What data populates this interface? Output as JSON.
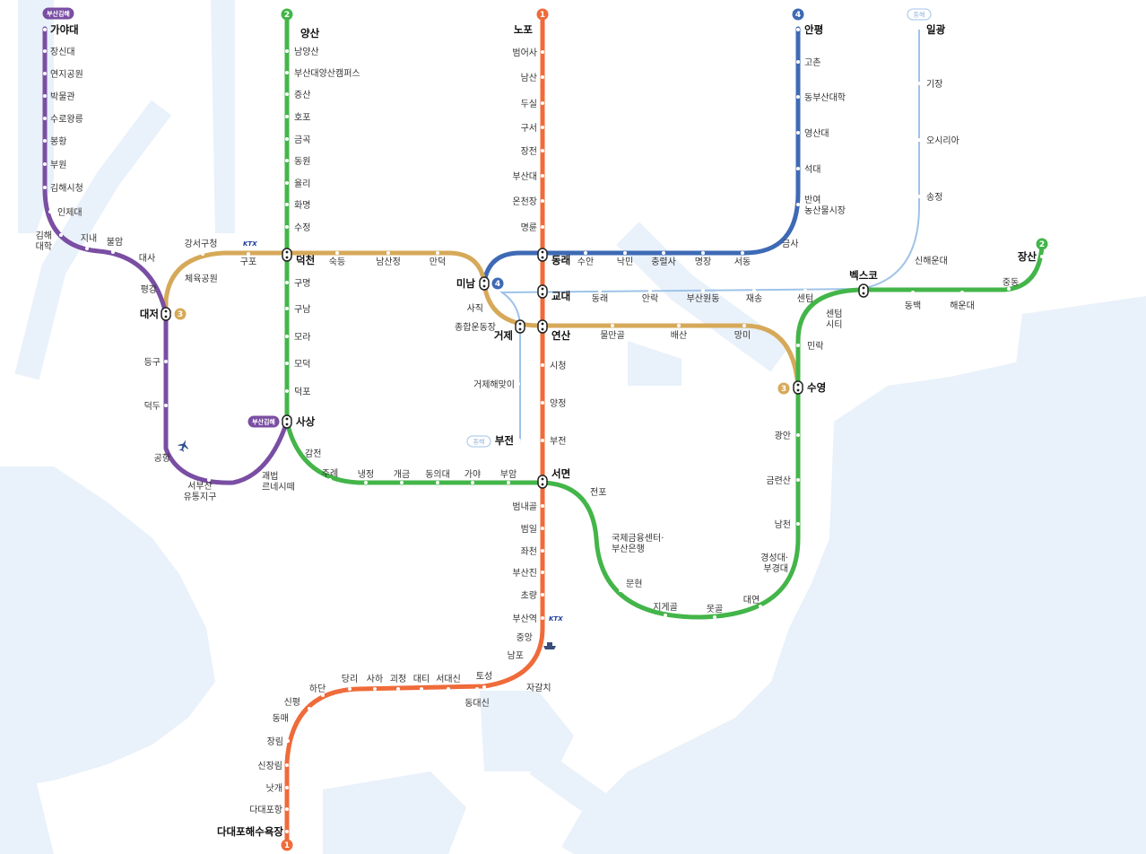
{
  "lines": {
    "l1": {
      "color": "#ef6b3a",
      "badge": "1"
    },
    "l2": {
      "color": "#43b549",
      "badge": "2"
    },
    "l3": {
      "color": "#d6a959",
      "badge": "3"
    },
    "l4": {
      "color": "#3e6ab5",
      "badge": "4"
    },
    "gimhae": {
      "color": "#7a4ea3",
      "badge": "부산김해"
    },
    "donghae": {
      "color": "#9fc3e8",
      "badge": "동해"
    }
  },
  "stations": {
    "l2_end_top": "양산",
    "namyangsan": "남양산",
    "pnu_yangsan": "부산대양산캠퍼스",
    "jeungsan": "증산",
    "hopo": "호포",
    "geumgok": "금곡",
    "dongwon": "동원",
    "yulli": "율리",
    "hwamyeong": "화명",
    "sujeong": "수정",
    "deokcheon": "덕천",
    "gumyeong": "구명",
    "gunam": "구남",
    "mora": "모라",
    "modeok": "모덕",
    "deokpo": "덕포",
    "sasang": "사상",
    "gamjeon": "감전",
    "jurye": "주례",
    "naengjeong": "냉정",
    "gaegeum": "개금",
    "dongeui": "동의대",
    "gaya": "가야",
    "buam": "부암",
    "seomyeon": "서면",
    "jeonpo": "전포",
    "ifc": "국제금융센터·\n부산은행",
    "munhyeon": "문현",
    "jigegol": "지게골",
    "motgol": "못골",
    "daeyeon": "대연",
    "kyungsung": "경성대·\n부경대",
    "namcheon": "남천",
    "geumnyeonsan": "금련산",
    "gwangan": "광안",
    "suyeong": "수영",
    "millak": "민락",
    "centum": "센텀\n시티",
    "bexco": "벡스코",
    "dongbaek": "동백",
    "haeundae": "해운대",
    "jung_dong": "중동",
    "jangsan": "장산",
    "nopo": "노포",
    "beomeosa": "범어사",
    "namsan": "남산",
    "dusil": "두실",
    "guseo": "구서",
    "jangjeon": "장전",
    "pnu": "부산대",
    "oncheonjang": "온천장",
    "myeongnyun": "명륜",
    "dongnae": "동래",
    "gyodae": "교대",
    "yeonsan": "연산",
    "sicheong": "시청",
    "yangjeong": "양정",
    "bujeon": "부전",
    "beomnaegol": "범내골",
    "beomil": "범일",
    "jwacheon": "좌천",
    "busanjin": "부산진",
    "choryang": "초량",
    "busan": "부산역",
    "jungang": "중앙",
    "nampo": "남포",
    "jagalchi": "자갈치",
    "toseong": "토성",
    "dongdaesin": "동대신",
    "seodaesin": "서대신",
    "daeti": "대티",
    "goejeong": "괴정",
    "saha": "사하",
    "dangni": "당리",
    "hadan": "하단",
    "sinpyeong": "신평",
    "dongmae": "동매",
    "jangnim": "장림",
    "sinjangnim": "신장림",
    "natgae": "낫개",
    "dadaepo_hang": "다대포항",
    "dadaepo_beach": "다대포해수욕장",
    "gangseo": "강서구청",
    "gupo": "구포",
    "sukdeung": "숙등",
    "namsanjeong": "남산정",
    "mandeok": "만덕",
    "minam": "미남",
    "sajik": "사직",
    "sports": "종합운동장",
    "geoje": "거제",
    "mulmangol": "물만골",
    "baesan": "배산",
    "mangmi": "망미",
    "daejeo": "대저",
    "sports_park": "체육공원",
    "anpyeong": "안평",
    "gochon": "고촌",
    "dbu": "동부산대학",
    "yeongsan": "영산대",
    "seokdae": "석대",
    "banyeo": "반여\n농산물시장",
    "geumsa": "금사",
    "seodong": "서동",
    "myeongjang": "명장",
    "chungnyeolsa": "충렬사",
    "nangmin": "낙민",
    "suan": "수안",
    "gaya_university": "가야대",
    "jangsindae": "장신대",
    "yeonji": "연지공원",
    "museum": "박물관",
    "suro": "수로왕릉",
    "bonghwang": "봉황",
    "buwon": "부원",
    "gimhae_city": "김해시청",
    "inje": "인제대",
    "gimhae_univ": "김해\n대학",
    "jinae": "지내",
    "buram": "불암",
    "daesa": "대사",
    "pyeonggang": "평강",
    "deunggu": "등구",
    "deokdu": "덕두",
    "airport": "공항",
    "seobusan": "서부산\n유통지구",
    "gwaebeop": "괘법\n르네시떼",
    "ilgwang": "일광",
    "gijang": "기장",
    "osiria": "오시리아",
    "songjeong": "송정",
    "sinhaeundae": "신해운대",
    "dh_dongnae": "동래",
    "anrak": "안락",
    "bujeon_dong": "부산원동",
    "jaesong": "재송",
    "centum_dh": "센텀",
    "geoje_haemaji": "거제해맞이",
    "bujeon_dh": "부전"
  },
  "icons": {
    "ktx": "KTX",
    "airport": "airplane-icon",
    "ship": "ship-icon"
  }
}
